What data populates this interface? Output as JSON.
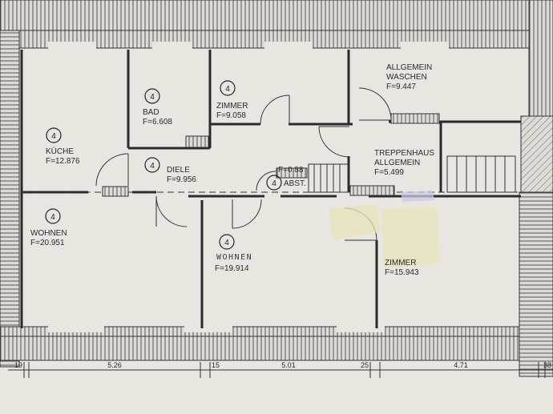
{
  "rooms": [
    {
      "id": "kueche",
      "name": "KÜCHE",
      "area": "F=12.876",
      "mark": "4"
    },
    {
      "id": "bad",
      "name": "BAD",
      "area": "F=6.608",
      "mark": "4"
    },
    {
      "id": "zimmer1",
      "name": "ZIMMER",
      "area": "F=9.058",
      "mark": "4"
    },
    {
      "id": "allgemein",
      "name": "ALLGEMEIN",
      "name2": "WASCHEN",
      "area": "F=9.447"
    },
    {
      "id": "diele",
      "name": "DIELE",
      "area": "F=9.956",
      "mark": "4"
    },
    {
      "id": "abst",
      "name": "ABST.",
      "area": "F=0.88",
      "mark": "4"
    },
    {
      "id": "treppenhaus",
      "name": "TREPPENHAUS",
      "name2": "ALLGEMEIN",
      "area": "F=5.499"
    },
    {
      "id": "wohnen1",
      "name": "WOHNEN",
      "area": "F=20.951",
      "mark": "4"
    },
    {
      "id": "wohnen2",
      "name": "WOHNEN",
      "area": "F=19.914",
      "mark": "4"
    },
    {
      "id": "zimmer2",
      "name": "ZIMMER",
      "area": "F=15.943"
    }
  ],
  "dimensions": [
    "19",
    "5.26",
    "15",
    "5.01",
    "25",
    "4.71",
    "38"
  ],
  "colors": {
    "paper": "#e9e6e2",
    "ink": "#2b2b2b",
    "tape": "#e6e4b8"
  }
}
